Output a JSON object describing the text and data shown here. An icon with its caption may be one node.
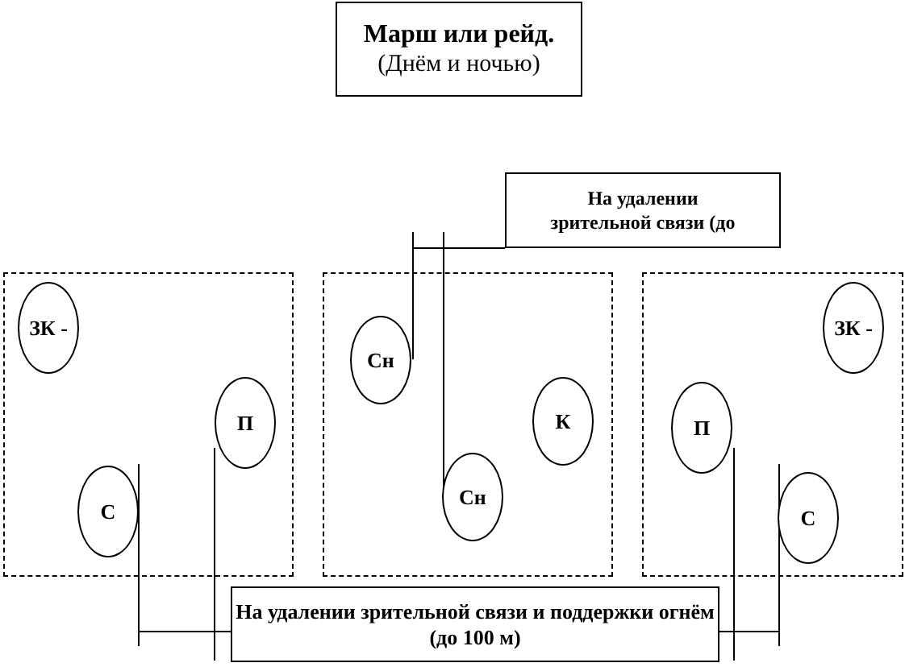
{
  "diagram": {
    "nodes": [
      {
        "text": [
          "Марш или рейд.",
          "(Днём и ночью)"
        ]
      },
      {
        "text": [
          "На удалении зрительной связи (до"
        ]
      },
      {
        "text": [],
        "shape": "box"
      },
      {
        "text": [],
        "shape": "box"
      },
      {
        "text": [],
        "shape": "box"
      },
      {
        "text": [
          "ЗК -"
        ],
        "in": 2
      },
      {
        "text": [
          "П"
        ],
        "in": 2
      },
      {
        "text": [
          "С"
        ],
        "in": 2
      },
      {
        "text": [
          "Сн"
        ],
        "in": 3
      },
      {
        "text": [
          "К"
        ],
        "in": 3
      },
      {
        "text": [
          "Сн"
        ],
        "in": 3
      },
      {
        "text": [
          "П"
        ],
        "in": 4
      },
      {
        "text": [
          "ЗК -"
        ],
        "in": 4
      },
      {
        "text": [
          "С"
        ],
        "in": 4
      },
      {
        "text": [
          "На удалении зрительной связи и поддержки огнём (до 100 м)"
        ]
      }
    ]
  }
}
